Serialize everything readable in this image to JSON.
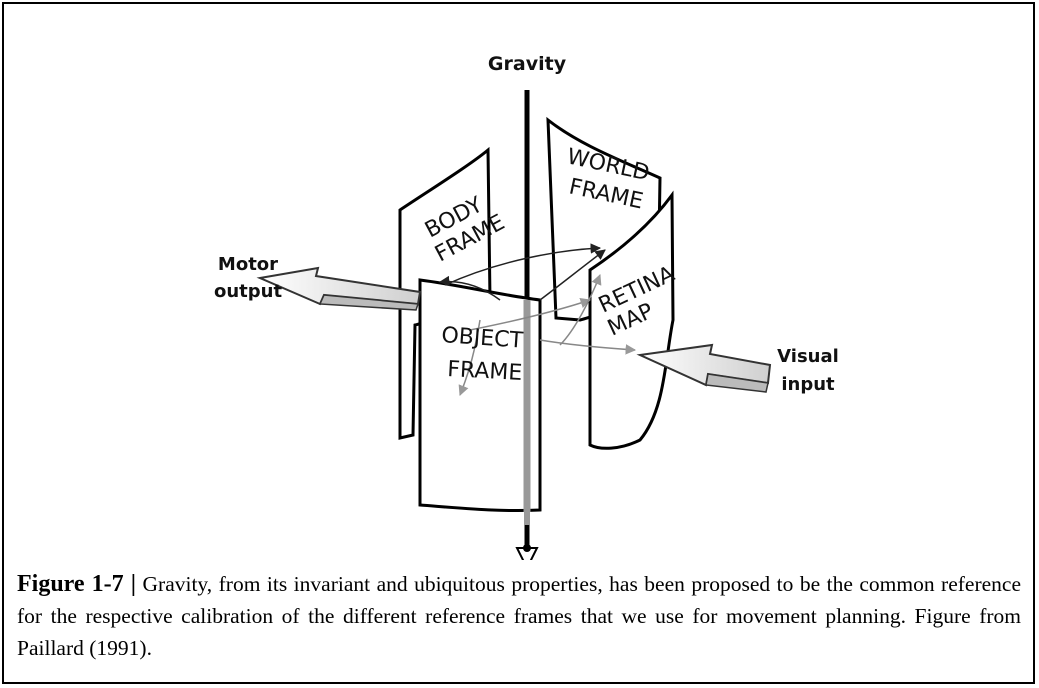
{
  "diagram": {
    "gravity_label": "Gravity",
    "motor_label_line1": "Motor",
    "motor_label_line2": "output",
    "visual_label_line1": "Visual",
    "visual_label_line2": "input",
    "body_frame_line1": "BODY",
    "body_frame_line2": "FRAME",
    "world_frame_line1": "WORLD",
    "world_frame_line2": "FRAME",
    "retina_map_line1": "RETINA",
    "retina_map_line2": "MAP",
    "object_frame_line1": "OBJECT",
    "object_frame_line2": "FRAME"
  },
  "caption": {
    "figure_label": "Figure 1-7 |",
    "text": " Gravity, from its invariant and ubiquitous properties, has been proposed to be the common reference for the respective calibration of the different reference frames that we use for movement planning. Figure from Paillard (1991)."
  }
}
